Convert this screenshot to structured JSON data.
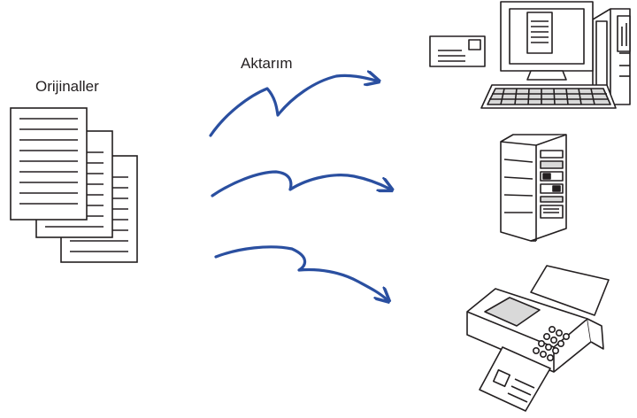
{
  "labels": {
    "originals": "Orijinaller",
    "transfer": "Aktarım"
  },
  "colors": {
    "arrow": "#2a4fa0",
    "line": "#231f20",
    "fill": "#ffffff",
    "shade": "#d9d9d9"
  },
  "diagram": {
    "source": "document-stack",
    "destinations": [
      "computer",
      "server",
      "fax-machine"
    ]
  }
}
